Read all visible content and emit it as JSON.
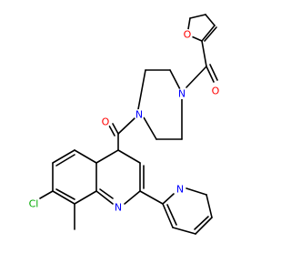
{
  "structure": {
    "atoms": [
      {
        "id": "O_fur",
        "label": "O",
        "color": "#ff0000"
      },
      {
        "id": "O_ket1",
        "label": "O",
        "color": "#ff0000"
      },
      {
        "id": "N_pip1",
        "label": "N",
        "color": "#0000ff"
      },
      {
        "id": "O_ket2",
        "label": "O",
        "color": "#ff0000"
      },
      {
        "id": "N_pip2",
        "label": "N",
        "color": "#0000ff"
      },
      {
        "id": "N_py",
        "label": "N",
        "color": "#0000ff"
      },
      {
        "id": "Cl",
        "label": "Cl",
        "color": "#00aa00"
      },
      {
        "id": "N_quin",
        "label": "N",
        "color": "#0000ff"
      }
    ]
  }
}
